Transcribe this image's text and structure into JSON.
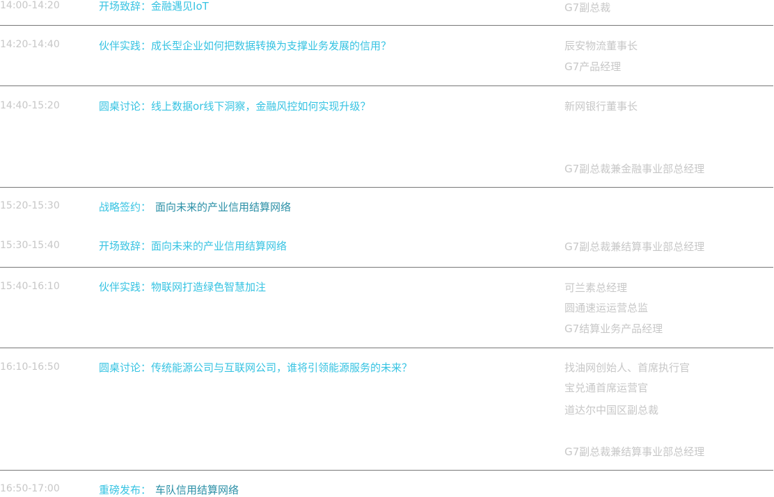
{
  "agenda": [
    {
      "time": "14:00-14:20",
      "topic_prefix": "开场致辞：",
      "topic": "金融遇见IoT",
      "speakers": [
        "G7副总裁"
      ]
    },
    {
      "time": "14:20-14:40",
      "topic_prefix": "伙伴实践：",
      "topic": "成长型企业如何把数据转换为支撑业务发展的信用？",
      "speakers": [
        "辰安物流董事长",
        "G7产品经理"
      ]
    },
    {
      "time": "14:40-15:20",
      "topic_prefix": "圆桌讨论：",
      "topic": "线上数据or线下洞察，金融风控如何实现升级？",
      "speakers": [
        "新网银行董事长",
        "G7副总裁兼金融事业部总经理"
      ]
    },
    {
      "time": "15:20-15:30",
      "topic_prefix": "战略签约：",
      "topic": "面向未来的产业信用结算网络",
      "speakers": []
    },
    {
      "time": "15:30-15:40",
      "topic_prefix": "开场致辞：",
      "topic": "面向未来的产业信用结算网络",
      "speakers": [
        "G7副总裁兼结算事业部总经理"
      ]
    },
    {
      "time": "15:40-16:10",
      "topic_prefix": "伙伴实践：",
      "topic": "物联网打造绿色智慧加注",
      "speakers": [
        "可兰素总经理",
        "圆通速运运营总监",
        "G7结算业务产品经理"
      ]
    },
    {
      "time": "16:10-16:50",
      "topic_prefix": "圆桌讨论：",
      "topic": "传统能源公司与互联网公司，谁将引领能源服务的未来？",
      "speakers": [
        "找油网创始人、首席执行官",
        "宝兑通首席运营官",
        "道达尔中国区副总裁",
        "G7副总裁兼结算事业部总经理"
      ]
    },
    {
      "time": "16:50-17:00",
      "topic_prefix": "重磅发布：",
      "topic": "车队信用结算网络",
      "speakers": []
    }
  ]
}
